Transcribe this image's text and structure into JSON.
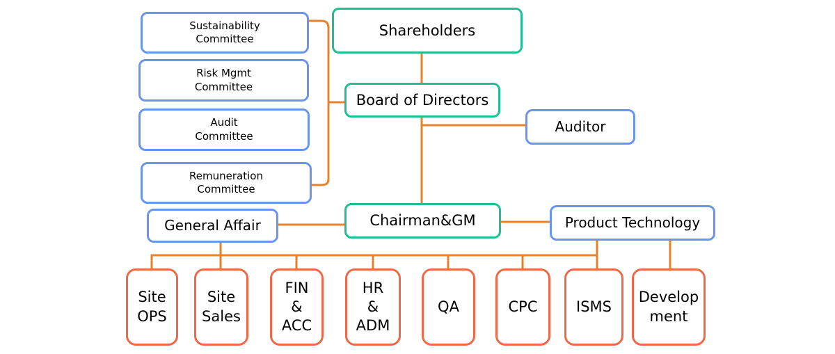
{
  "colors": {
    "connector": "#e8812b",
    "governance_border": "#1fbf93",
    "committee_border": "#6a95ee",
    "department_border": "#ee694a"
  },
  "nodes": {
    "shareholders": "Shareholders",
    "board": "Board of Directors",
    "auditor": "Auditor",
    "chairman": "Chairman&GM",
    "general_affair": "General Affair",
    "product_technology": "Product Technology",
    "sustainability_committee": "Sustainability\nCommittee",
    "risk_committee": "Risk Mgmt\nCommittee",
    "audit_committee": "Audit\nCommittee",
    "remuneration_committee": "Remuneration\nCommittee"
  },
  "departments": [
    "Site\nOPS",
    "Site\nSales",
    "FIN\n&\nACC",
    "HR\n&\nADM",
    "QA",
    "CPC",
    "ISMS",
    "Develop\nment"
  ]
}
